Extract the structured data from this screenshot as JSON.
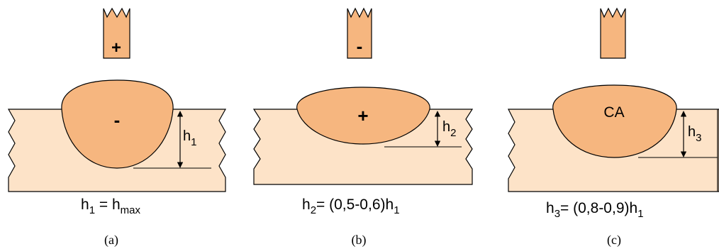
{
  "colors": {
    "plate": "#fde3c8",
    "bead": "#f6b67f",
    "electrode": "#f6b67f",
    "stroke": "#000000"
  },
  "panels": [
    {
      "electrode_sign": "+",
      "bead_label": "-",
      "depth_symbol": "h",
      "depth_sub": "1",
      "formula": {
        "lhs": "h",
        "lhs_sub": "1",
        "mid": " = h",
        "mid_sub": "max",
        "rest": "",
        "rest_sub": ""
      },
      "caption": "(a)"
    },
    {
      "electrode_sign": "-",
      "bead_label": "+",
      "depth_symbol": "h",
      "depth_sub": "2",
      "formula": {
        "lhs": "h",
        "lhs_sub": "2",
        "mid": "= (0,5-0,6)h",
        "mid_sub": "1",
        "rest": "",
        "rest_sub": ""
      },
      "caption": "(b)"
    },
    {
      "electrode_sign": "",
      "bead_label": "CA",
      "depth_symbol": "h",
      "depth_sub": "3",
      "formula": {
        "lhs": "h",
        "lhs_sub": "3",
        "mid": "= (0,8-0,9)h",
        "mid_sub": "1",
        "rest": "",
        "rest_sub": ""
      },
      "caption": "(c)"
    }
  ]
}
